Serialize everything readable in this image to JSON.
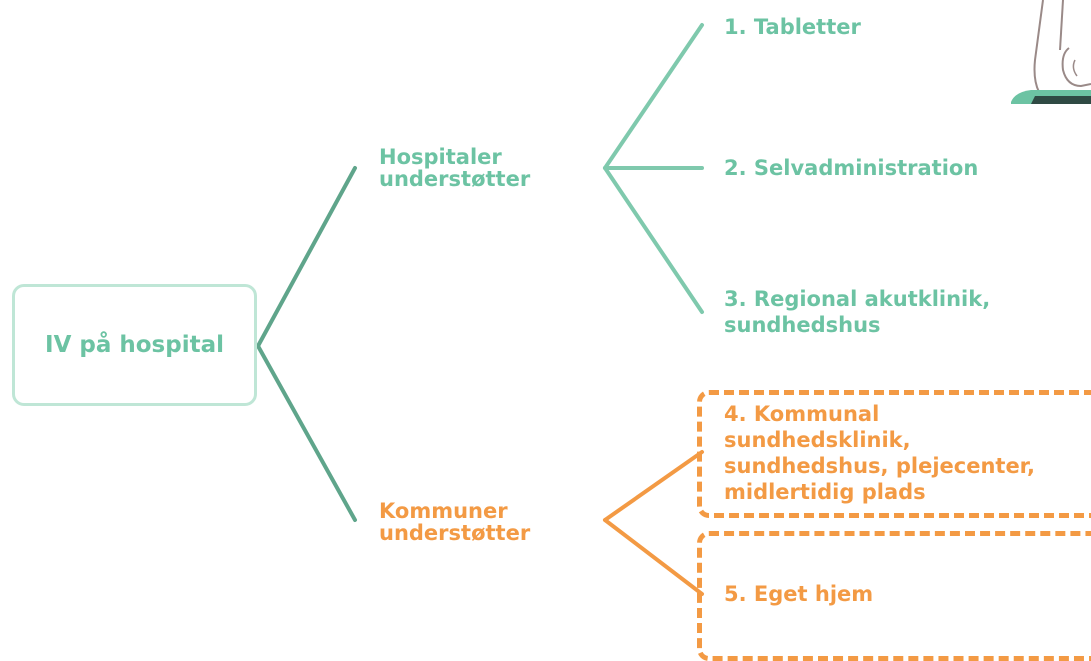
{
  "root": {
    "label": "IV på hospital"
  },
  "branches": [
    {
      "label_lines": [
        "Hospitaler",
        "understøtter"
      ],
      "color": "#6cc3a3",
      "leaves": [
        {
          "lines": [
            "1. Tabletter"
          ]
        },
        {
          "lines": [
            "2. Selvadministration"
          ]
        },
        {
          "lines": [
            "3. Regional akutklinik,",
            "sundhedshus"
          ]
        }
      ]
    },
    {
      "label_lines": [
        "Kommuner",
        "understøtter"
      ],
      "color": "#f39a44",
      "leaves": [
        {
          "lines": [
            "4. Kommunal",
            "sundhedsklinik,",
            "sundhedshus, plejecenter,",
            "midlertidig plads"
          ]
        },
        {
          "lines": [
            "5. Eget hjem"
          ]
        }
      ]
    }
  ],
  "colors": {
    "root_border": "#bfe6d6",
    "root_text": "#6cc3a3",
    "hospital_text": "#6cc3a3",
    "hospital_line_dark": "#5fa58b",
    "hospital_line_light": "#7fc9ad",
    "kommune": "#f39a44"
  },
  "illustration": {
    "name": "drawing-illustration"
  }
}
